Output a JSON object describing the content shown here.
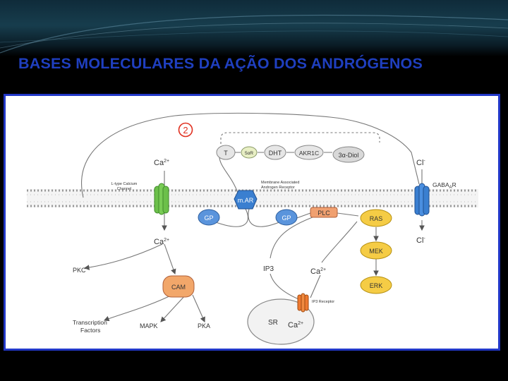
{
  "slide": {
    "title": "BASES MOLECULARES DA AÇÃO DOS ANDRÓGENOS"
  },
  "colors": {
    "title": "#1f3fbf",
    "frame_border": "#2238c8",
    "channel_green": "#6cc04a",
    "receptor_blue": "#3a7fd0",
    "gp_blue": "#5a94dc",
    "plc_orange": "#f0a070",
    "cam_orange": "#f2a76a",
    "kinase_yellow": "#f5cc45",
    "marker_red": "#e03020"
  },
  "diagram": {
    "marker": "2",
    "ca_top": "Ca",
    "ca_top_sup": "2+",
    "ca_bottom": "Ca",
    "ca_bottom_sup": "2+",
    "l_type_line1": "L-type Calcium",
    "l_type_line2": "Channel",
    "membrane_receptor_line1": "Membrane Associated",
    "membrane_receptor_line2": "Androgen Receptor",
    "steroids": {
      "t": "T",
      "five_ar": "5αR",
      "dht": "DHT",
      "akr1c": "AKR1C",
      "diol": "3α-Diol"
    },
    "mar": "m.AR",
    "gp_left": "GP",
    "gp_right": "GP",
    "plc": "PLC",
    "gaba_label": "GABA",
    "gaba_sub": "A",
    "gaba_suffix": "R",
    "cl_top": "Cl",
    "cl_top_sup": "-",
    "cl_bottom": "Cl",
    "cl_bottom_sup": "-",
    "ras": "RAS",
    "mek": "MEK",
    "erk": "ERK",
    "ip3": "IP3",
    "ca_mid": "Ca",
    "ca_mid_sup": "2+",
    "ip3_receptor": "IP3 Receptor",
    "sr": "SR",
    "sr_ca": "Ca",
    "sr_ca_sup": "2+",
    "pkc": "PKC",
    "cam": "CAM",
    "transcription_line1": "Transcription",
    "transcription_line2": "Factors",
    "mapk": "MAPK",
    "pka": "PKA"
  }
}
